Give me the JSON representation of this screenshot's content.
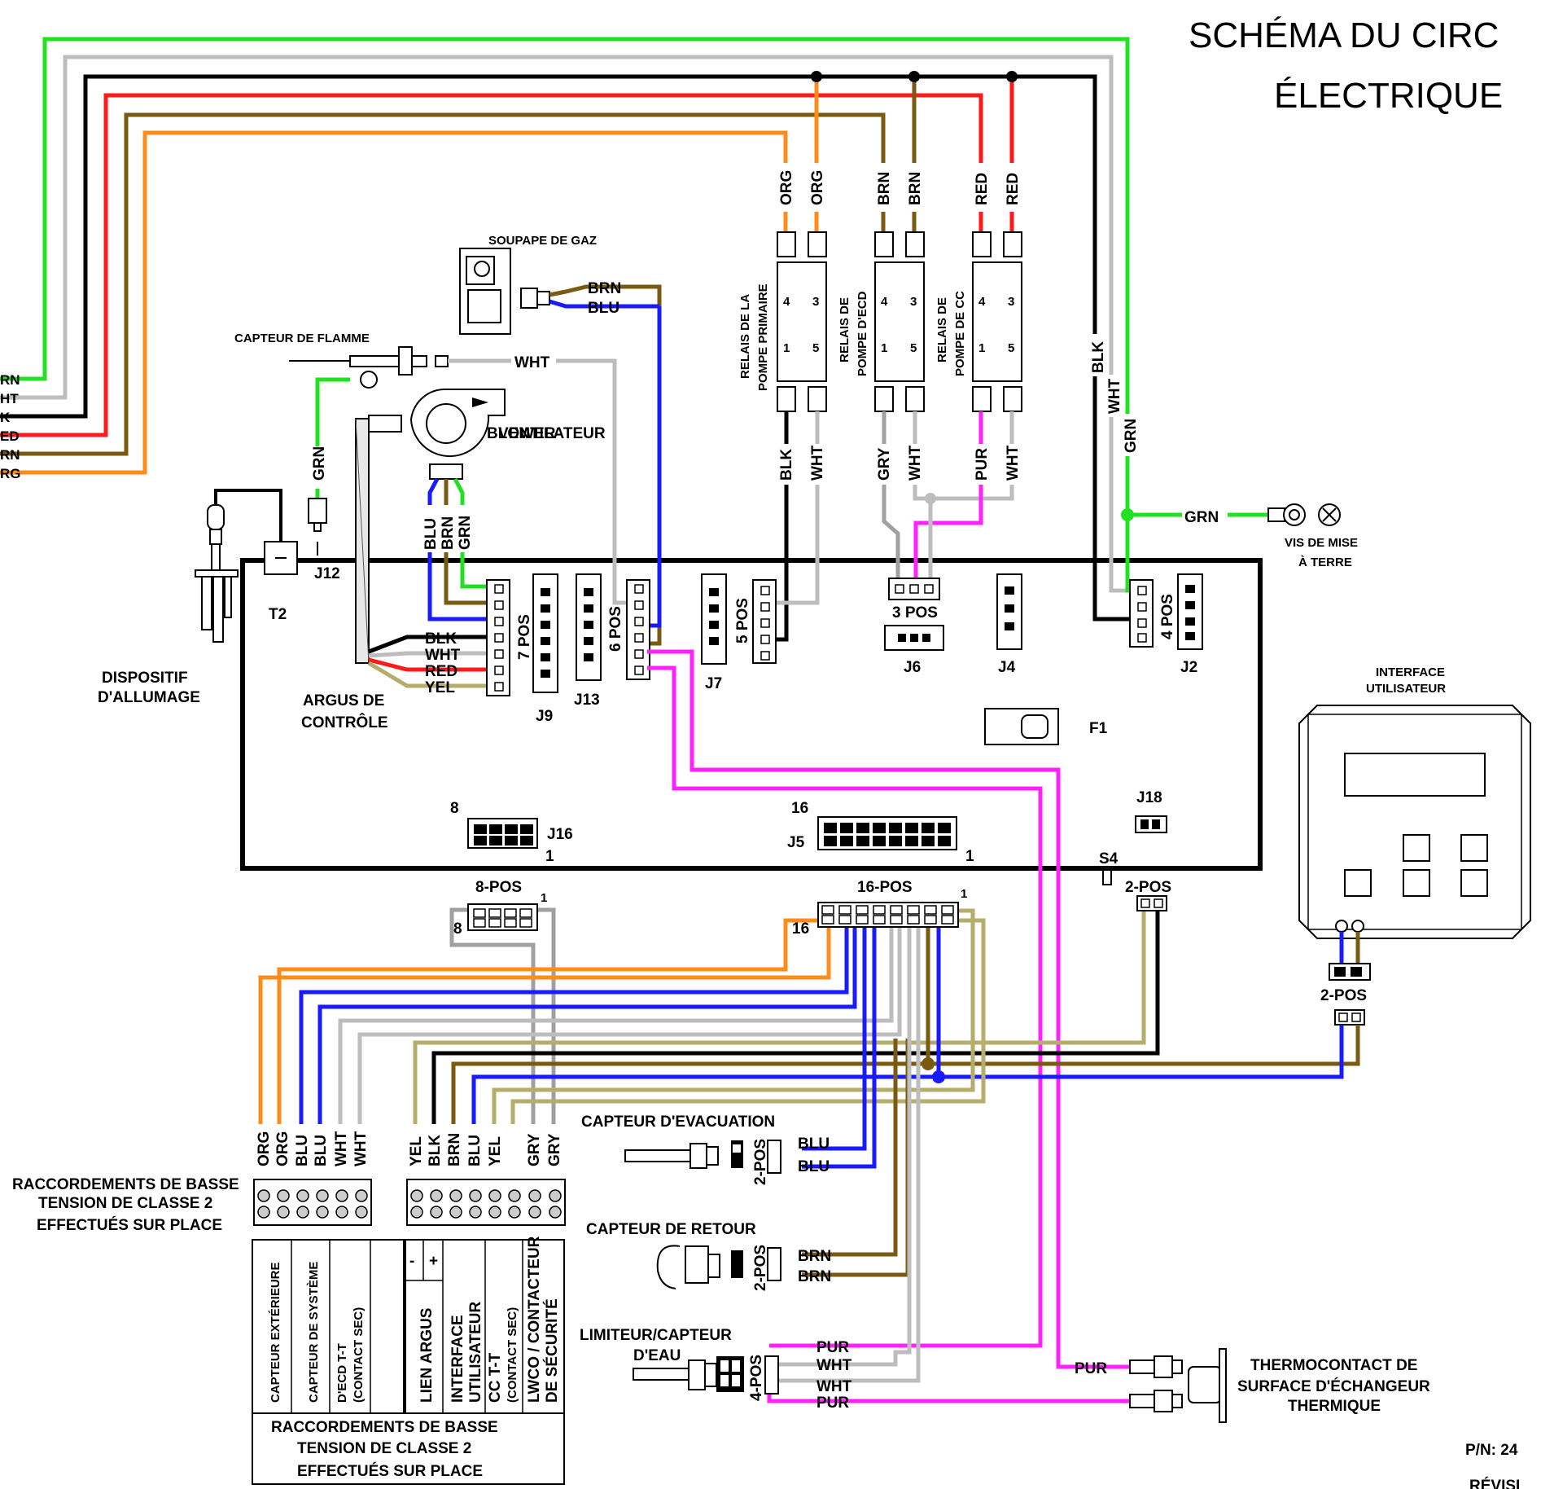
{
  "title": {
    "line1": "SCHÉMA DU CIRC",
    "line2": "ÉLECTRIQUE"
  },
  "colors": {
    "GRN": "#22e022",
    "WHT": "#bdbdbd",
    "BLK": "#000000",
    "RED": "#ff1a1a",
    "BRN": "#7a5a10",
    "ORG": "#ff8c1a",
    "BLU": "#1a1aff",
    "PUR": "#ff22ff",
    "GRY": "#a0a0a0",
    "YEL": "#b5ad6b"
  },
  "left_edge_labels": [
    "RN",
    "HT",
    "K",
    "ED",
    "RN",
    "RG"
  ],
  "relay_wire_labels": {
    "top": [
      "ORG",
      "ORG",
      "BRN",
      "BRN",
      "RED",
      "RED"
    ],
    "bottom": [
      "BLK",
      "WHT",
      "GRY",
      "WHT",
      "PUR",
      "WHT"
    ]
  },
  "relays": [
    {
      "line1": "RELAIS DE LA",
      "line2": "POMPE PRIMAIRE"
    },
    {
      "line1": "RELAIS DE",
      "line2": "POMPE D'ECD"
    },
    {
      "line1": "RELAIS DE",
      "line2": "POMPE DE CC"
    }
  ],
  "relay_pins": {
    "a": "4",
    "b": "3",
    "c": "1",
    "d": "5"
  },
  "components": {
    "gas_valve": "SOUPAPE DE GAZ",
    "flame_sensor": "CAPTEUR DE FLAMME",
    "blower": "BLOWER",
    "blower_overlay": "VENTILATEUR",
    "ignitor_1": "DISPOSITIF",
    "ignitor_2": "D'ALLUMAGE",
    "argus_1": "ARGUS DE",
    "argus_2": "CONTRÔLE",
    "ground_1": "VIS DE MISE",
    "ground_2": "À TERRE",
    "ui_1": "INTERFACE",
    "ui_2": "UTILISATEUR",
    "exhaust": "CAPTEUR D'EVACUATION",
    "return": "CAPTEUR DE RETOUR",
    "limiter_1": "LIMITEUR/CAPTEUR",
    "limiter_2": "D'EAU",
    "thermo_1": "THERMOCONTACT DE",
    "thermo_2": "SURFACE D'ÉCHANGEUR",
    "thermo_3": "THERMIQUE"
  },
  "board_labels": {
    "T2": "T2",
    "J12": "J12",
    "J9": "J9",
    "J13": "J13",
    "J7": "J7",
    "J6": "J6",
    "J4": "J4",
    "J2": "J2",
    "F1": "F1",
    "J18": "J18",
    "J16": "J16",
    "J5": "J5",
    "S4": "S4",
    "pos7": "7 POS",
    "pos6": "6 POS",
    "pos5": "5 POS",
    "pos3": "3 POS",
    "pos4": "4 POS",
    "n8": "8",
    "n1a": "1",
    "n16": "16",
    "n1b": "1"
  },
  "misc_wire_labels": {
    "gas_brn": "BRN",
    "gas_blu": "BLU",
    "flame_wht": "WHT",
    "flame_grn": "GRN",
    "blower_blu": "BLU",
    "blower_brn": "BRN",
    "blower_grn": "GRN",
    "argus_blk": "BLK",
    "argus_wht": "WHT",
    "argus_red": "RED",
    "argus_yel": "YEL",
    "right_blk": "BLK",
    "right_wht": "WHT",
    "right_grn": "GRN",
    "ground_grn": "GRN",
    "exh_blu1": "BLU",
    "exh_blu2": "BLU",
    "ret_brn1": "BRN",
    "ret_brn2": "BRN",
    "lim_pur1": "PUR",
    "lim_wht1": "WHT",
    "lim_wht2": "WHT",
    "lim_pur2": "PUR",
    "thermo_pur": "PUR"
  },
  "plugs": {
    "p8": "8-POS",
    "p8_1": "1",
    "p8_8": "8",
    "p16": "16-POS",
    "p16_1": "1",
    "p16_16": "16",
    "p2a": "2-POS",
    "p2b": "2-POS",
    "exh": "2-POS",
    "ret": "2-POS",
    "lim": "4-POS"
  },
  "terminal_labels": {
    "left": [
      "ORG",
      "ORG",
      "BLU",
      "BLU",
      "WHT",
      "WHT"
    ],
    "right": [
      "YEL",
      "BLK",
      "BRN",
      "BLU",
      "YEL",
      "GRY",
      "GRY"
    ]
  },
  "field_title": {
    "line1": "RACCORDEMENTS DE BASSE",
    "line2": "TENSION DE CLASSE 2",
    "line3": "EFFECTUÉS SUR PLACE"
  },
  "table_cols": [
    "CAPTEUR EXTÉRIEURE",
    "CAPTEUR DE SYSTÈME",
    "D'ECD T-T",
    "(CONTACT SEC)",
    "LIEN ARGUS",
    "INTERFACE",
    "UTILISATEUR",
    "CC T-T",
    "(CONTACT SEC)",
    "LWCO / CONTACTEUR",
    "DE SÉCURITÉ"
  ],
  "table_pm": {
    "minus": "-",
    "plus": "+"
  },
  "table_footer": {
    "line1": "RACCORDEMENTS DE BASSE",
    "line2": "TENSION DE CLASSE 2",
    "line3": "EFFECTUÉS SUR PLACE"
  },
  "pn": {
    "line1": "P/N: 24",
    "line2": "RÉVISI"
  }
}
